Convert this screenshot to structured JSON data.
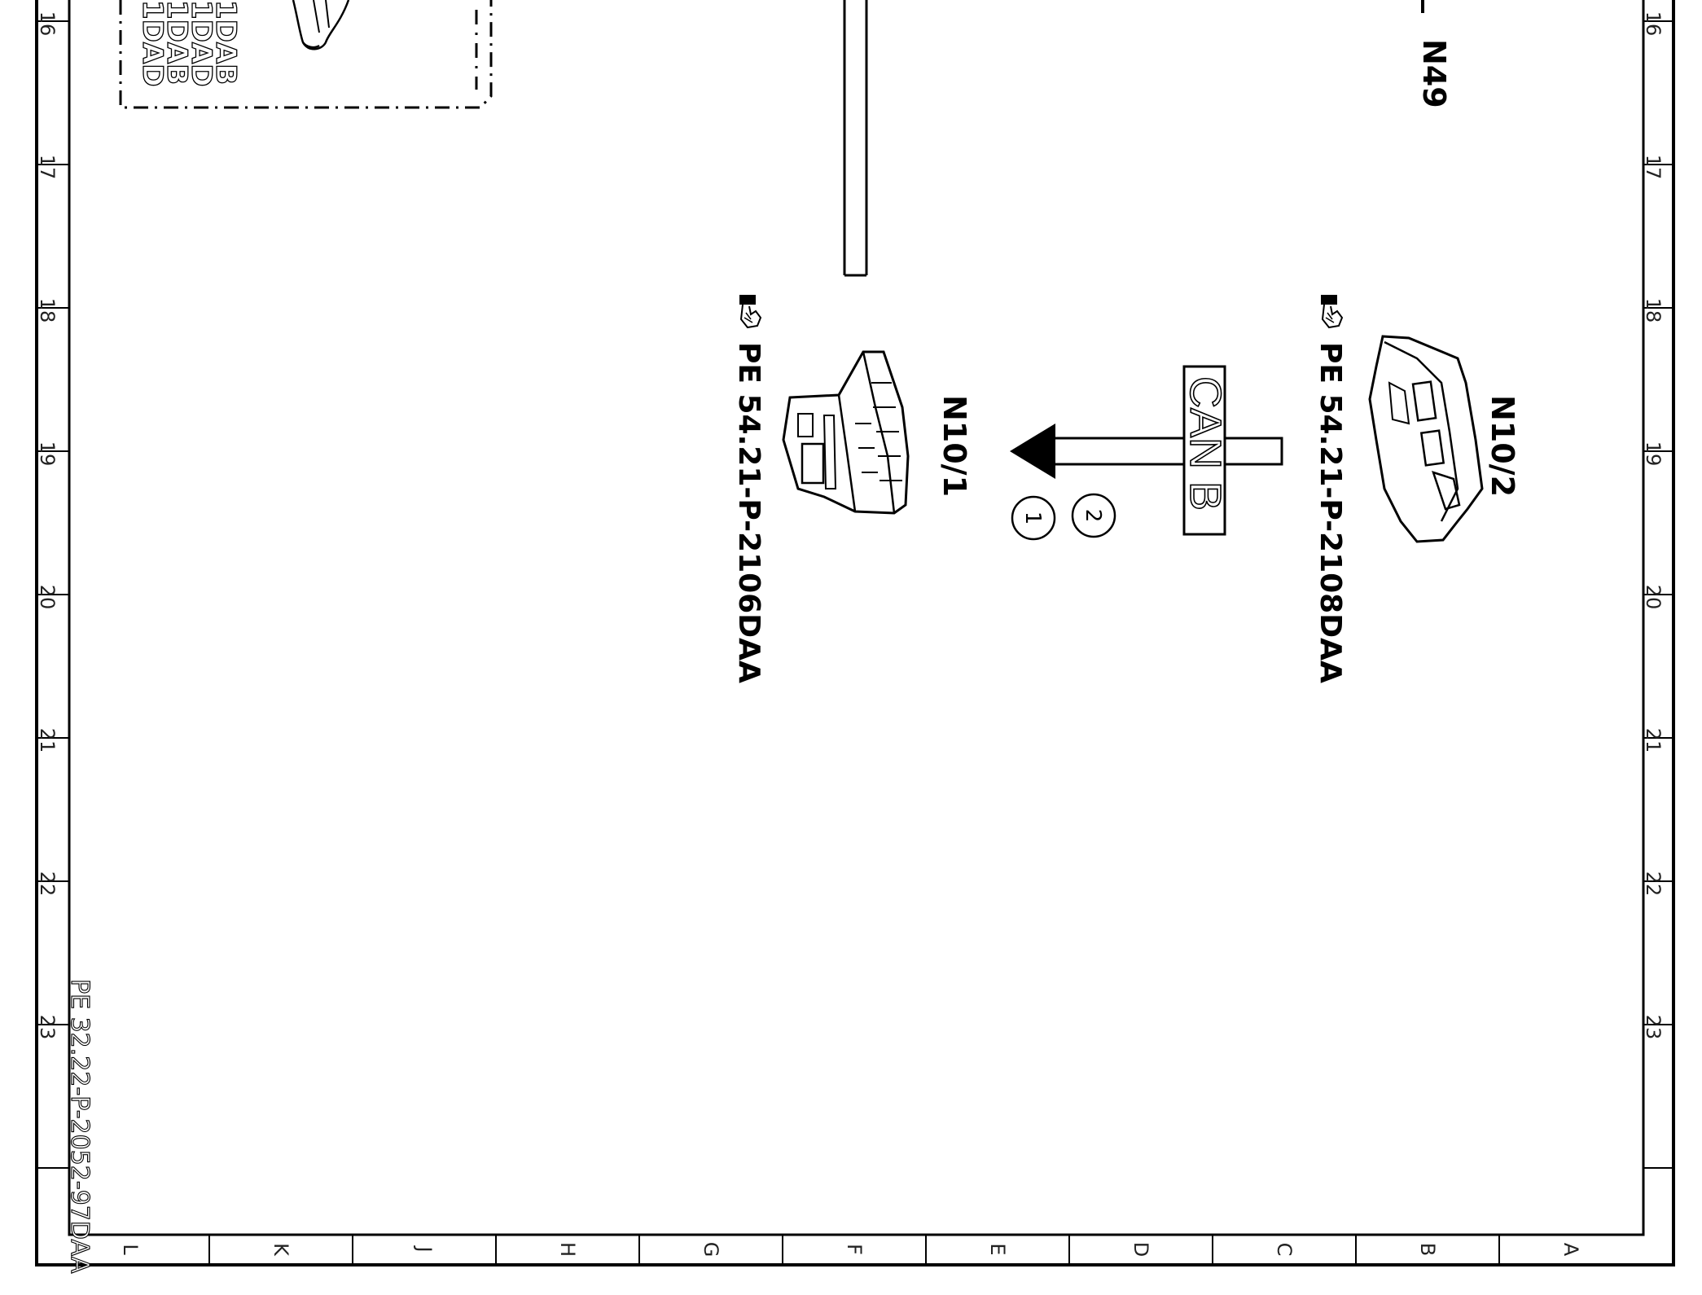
{
  "sheet": {
    "row_numbers": [
      "16",
      "17",
      "18",
      "19",
      "20",
      "21",
      "22",
      "23"
    ],
    "column_letters": [
      "L",
      "K",
      "J",
      "H",
      "G",
      "F",
      "E",
      "D",
      "C",
      "B",
      "A"
    ]
  },
  "components": {
    "n49": {
      "label": "N49"
    },
    "n10_2": {
      "label": "N10/2",
      "reference": "PE 54.21-P-2108DAA"
    },
    "n10_1": {
      "label": "N10/1",
      "reference": "PE 54.21-P-2106DAA"
    }
  },
  "bus": {
    "label": "CAN B",
    "pins": [
      "2",
      "1"
    ]
  },
  "document_number": "PE 32.22-P-2052-97DAA",
  "fragment_labels": [
    "1DAB",
    "1DAD",
    "1DAB",
    "1DAD"
  ],
  "icons": {
    "reference": "pointing-hand-icon"
  }
}
